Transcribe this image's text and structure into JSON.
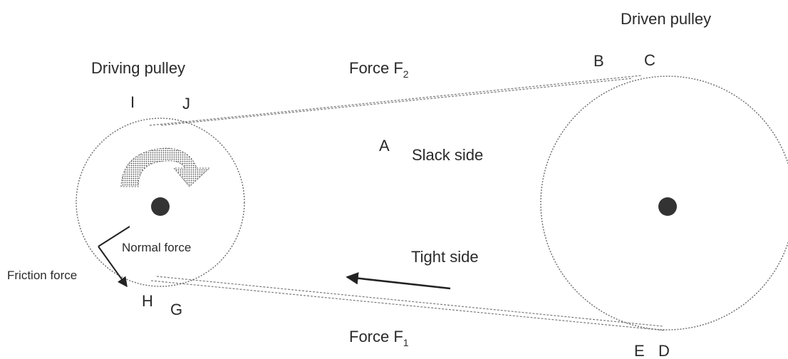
{
  "labels": {
    "driving_pulley": "Driving pulley",
    "driven_pulley": "Driven pulley",
    "force_f2_prefix": "Force F",
    "force_f2_sub": "2",
    "force_f1_prefix": "Force F",
    "force_f1_sub": "1",
    "slack_side": "Slack side",
    "tight_side": "Tight side",
    "normal_force": "Normal force",
    "friction_force": "Friction force"
  },
  "points": {
    "A": "A",
    "B": "B",
    "C": "C",
    "D": "D",
    "E": "E",
    "G": "G",
    "H": "H",
    "I": "I",
    "J": "J"
  },
  "colors": {
    "ink": "#2a2a2a",
    "hub": "#333333",
    "outline": "#6a6a6a"
  }
}
